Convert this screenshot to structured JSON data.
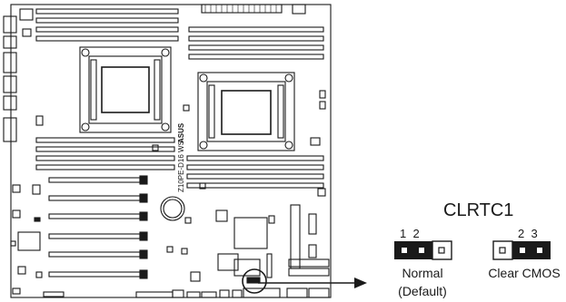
{
  "board": {
    "model_label": "Z10PE-D16 WS",
    "brand_label": "ASUS"
  },
  "jumper": {
    "title": "CLRTC1",
    "normal": {
      "pin_labels": "1  2",
      "label": "Normal",
      "sublabel": "(Default)"
    },
    "clear": {
      "pin_labels": "2  3",
      "label": "Clear CMOS"
    }
  },
  "colors": {
    "line": "#1a1a1a",
    "fill_dark": "#1a1a1a",
    "fill_light": "#ffffff"
  }
}
